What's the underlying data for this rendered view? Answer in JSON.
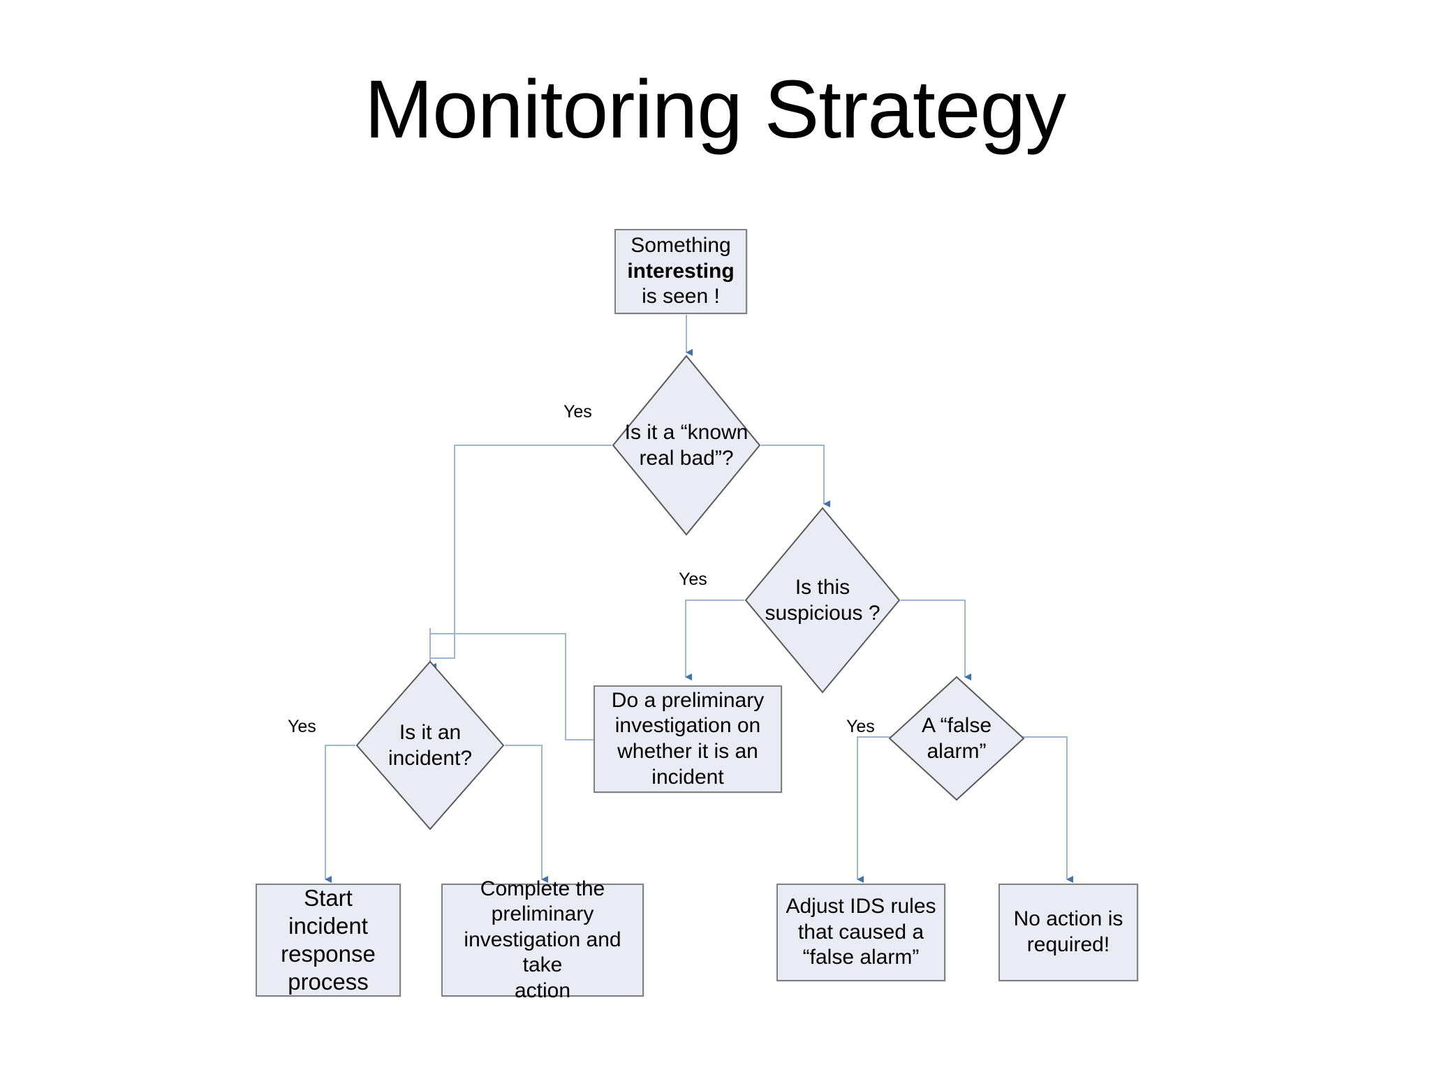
{
  "slide": {
    "title": "Monitoring Strategy",
    "background_color": "#ffffff"
  },
  "theme": {
    "shape_fill": "#e9ecf4",
    "shape_border": "#808080",
    "diamond_border": "#595959",
    "connector_line": "#9cb6d4",
    "arrow_head": "#4472a8",
    "text_color": "#000000"
  },
  "nodes": {
    "start": {
      "type": "process",
      "line1": "Something",
      "line2": "interesting",
      "line3": "is seen !"
    },
    "known_real_bad": {
      "type": "decision",
      "line1": "Is it a “known",
      "line2": "real bad”?"
    },
    "is_suspicious": {
      "type": "decision",
      "line1": "Is this",
      "line2": "suspicious ?"
    },
    "is_incident": {
      "type": "decision",
      "line1": "Is it an",
      "line2": "incident?"
    },
    "false_alarm": {
      "type": "decision",
      "line1": "A “false",
      "line2": "alarm”"
    },
    "prelim_investigation": {
      "type": "process",
      "line1": "Do a preliminary",
      "line2": "investigation on",
      "line3": "whether it is an",
      "line4": "incident"
    },
    "start_incident_response": {
      "type": "process",
      "line1": "Start incident",
      "line2": "response",
      "line3": "process"
    },
    "complete_prelim": {
      "type": "process",
      "line1": "Complete the",
      "line2": "preliminary",
      "line3": "investigation and take",
      "line4": "action"
    },
    "adjust_ids_rules": {
      "type": "process",
      "line1": "Adjust IDS rules",
      "line2": "that caused a",
      "line3": "“false alarm”"
    },
    "no_action": {
      "type": "process",
      "line1": "No action is",
      "line2": "required!"
    }
  },
  "edge_labels": {
    "known_real_bad_yes": "Yes",
    "is_suspicious_yes": "Yes",
    "is_incident_yes": "Yes",
    "false_alarm_yes": "Yes"
  }
}
